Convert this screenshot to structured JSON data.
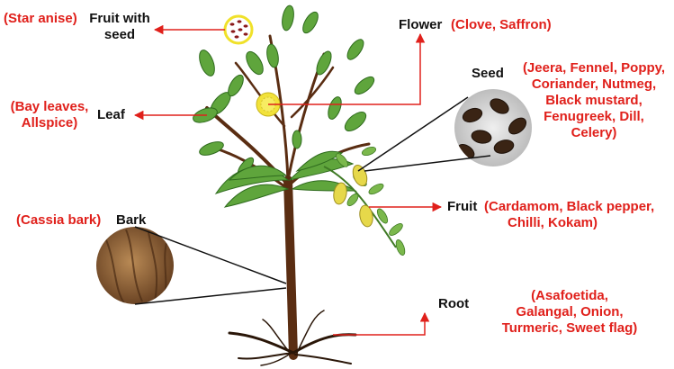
{
  "diagram": {
    "fruit_with_seed": {
      "example": "(Star anise)",
      "label_line1": "Fruit with",
      "label_line2": "seed"
    },
    "flower": {
      "label": "Flower",
      "example": "(Clove, Saffron)"
    },
    "leaf": {
      "example_line1": "(Bay leaves,",
      "example_line2": "Allspice)",
      "label": "Leaf"
    },
    "seed": {
      "label": "Seed",
      "example_lines": [
        "(Jeera, Fennel, Poppy,",
        "Coriander, Nutmeg,",
        "Black mustard,",
        "Fenugreek, Dill,",
        "Celery)"
      ]
    },
    "fruit": {
      "label": "Fruit",
      "example_line1": "(Cardamom, Black pepper,",
      "example_line2": "Chilli, Kokam)"
    },
    "bark": {
      "example": "(Cassia bark)",
      "label": "Bark"
    },
    "root": {
      "label": "Root",
      "example_lines": [
        "(Asafoetida,",
        "Galangal, Onion,",
        "Turmeric, Sweet flag)"
      ]
    },
    "colors": {
      "example_text": "#e0201b",
      "label_text": "#111111",
      "arrow": "#e0201b",
      "trunk": "#5a2d12",
      "leaf": "#5fa53c",
      "leaf_dark": "#2f6b1e",
      "flower": "#f2e23a"
    }
  }
}
